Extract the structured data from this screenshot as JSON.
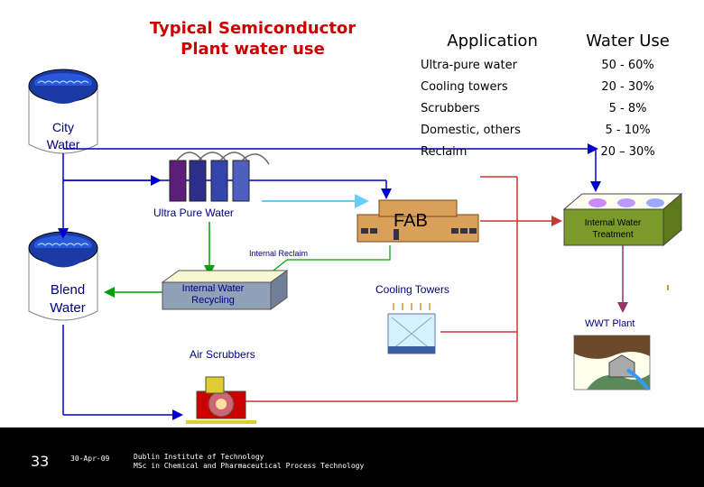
{
  "title": {
    "line1": "Typical Semiconductor",
    "line2": "Plant water use"
  },
  "table": {
    "headers": [
      "Application",
      "Water Use"
    ],
    "rows": [
      [
        "Ultra-pure water",
        "50 - 60%"
      ],
      [
        "Cooling towers",
        "20 - 30%"
      ],
      [
        "Scrubbers",
        "5 - 8%"
      ],
      [
        "Domestic, others",
        "5 - 10%"
      ],
      [
        "Reclaim",
        "20 – 30%"
      ]
    ]
  },
  "nodes": {
    "city_water": {
      "line1": "City",
      "line2": "Water"
    },
    "blend_water": {
      "line1": "Blend",
      "line2": "Water"
    },
    "ultra_pure": "Ultra Pure Water",
    "fab": "FAB",
    "internal_treatment": {
      "line1": "Internal Water",
      "line2": "Treatment"
    },
    "internal_reclaim": "Internal Reclaim",
    "internal_recycling": {
      "line1": "Internal Water",
      "line2": "Recycling"
    },
    "cooling_towers": "Cooling Towers",
    "wwt_plant": "WWT Plant",
    "air_scrubbers": "Air Scrubbers"
  },
  "colors": {
    "flow_blue": "#0000cc",
    "flow_green": "#00a000",
    "flow_red": "#cc3333",
    "flow_cyan": "#66ccff",
    "flow_purple": "#993366",
    "title": "#cc0000"
  },
  "footer": {
    "slide_number": "33",
    "date": "30-Apr-09",
    "institution": "Dublin Institute of Technology",
    "course": "MSc in Chemical and Pharmaceutical Process Technology"
  }
}
